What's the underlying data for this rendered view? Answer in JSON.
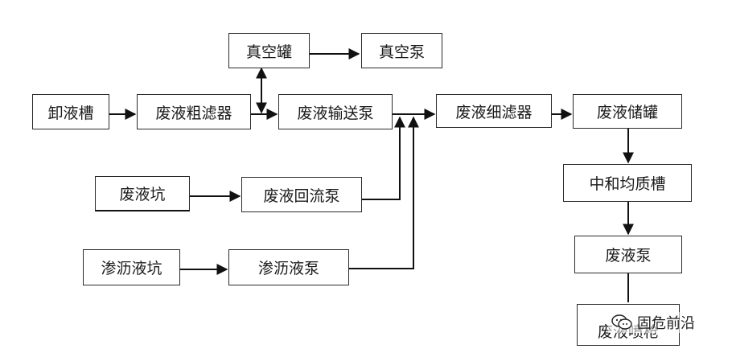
{
  "nodes": {
    "unload_tank": "卸液槽",
    "coarse_filter": "废液粗滤器",
    "transfer_pump": "废液输送泵",
    "vacuum_tank": "真空罐",
    "vacuum_pump": "真空泵",
    "fine_filter": "废液细滤器",
    "storage_tank": "废液储罐",
    "neutral_tank": "中和均质槽",
    "waste_pump": "废液泵",
    "sprayer": "废液喷枪",
    "waste_pit": "废液坑",
    "return_pump": "废液回流泵",
    "leachate_pit": "渗沥液坑",
    "leachate_pump": "渗沥液泵"
  },
  "watermark": {
    "text": "固危前沿",
    "icon": "wechat-icon"
  }
}
